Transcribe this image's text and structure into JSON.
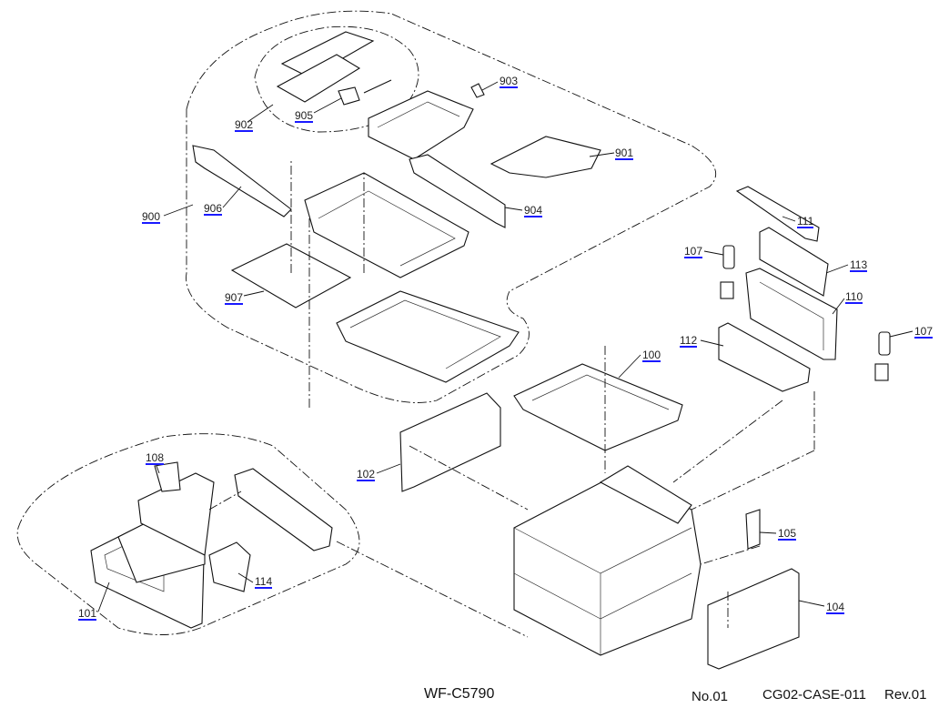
{
  "diagram": {
    "labels": [
      {
        "id": "903"
      },
      {
        "id": "902"
      },
      {
        "id": "905"
      },
      {
        "id": "901"
      },
      {
        "id": "900"
      },
      {
        "id": "906"
      },
      {
        "id": "904"
      },
      {
        "id": "907"
      },
      {
        "id": "111"
      },
      {
        "id": "107"
      },
      {
        "id": "113"
      },
      {
        "id": "110"
      },
      {
        "id": "107"
      },
      {
        "id": "112"
      },
      {
        "id": "100"
      },
      {
        "id": "102"
      },
      {
        "id": "108"
      },
      {
        "id": "105"
      },
      {
        "id": "114"
      },
      {
        "id": "101"
      },
      {
        "id": "104"
      }
    ],
    "link_underline_color": "#1a1aff"
  },
  "footer": {
    "model": "WF-C5790",
    "number": "No.01",
    "code": "CG02-CASE-011",
    "revision": "Rev.01"
  }
}
